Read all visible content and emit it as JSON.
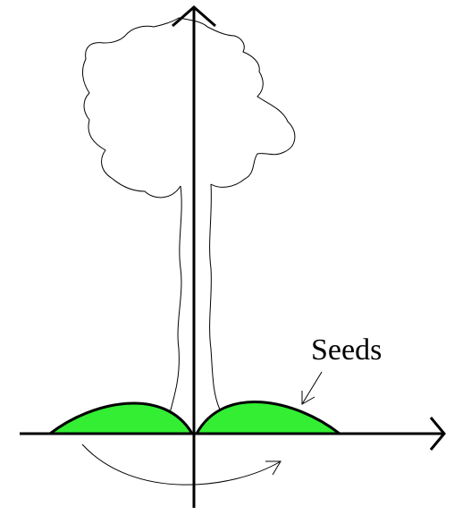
{
  "diagram": {
    "label": "Seeds",
    "colors": {
      "background": "#ffffff",
      "line": "#000000",
      "seed_fill": "#33ee33"
    },
    "elements": [
      "tree-canopy",
      "tree-trunk",
      "vertical-axis",
      "horizontal-axis",
      "seed-mound-left",
      "seed-mound-right",
      "seeds-pointer-arrow",
      "curved-dispersal-arrow"
    ]
  }
}
